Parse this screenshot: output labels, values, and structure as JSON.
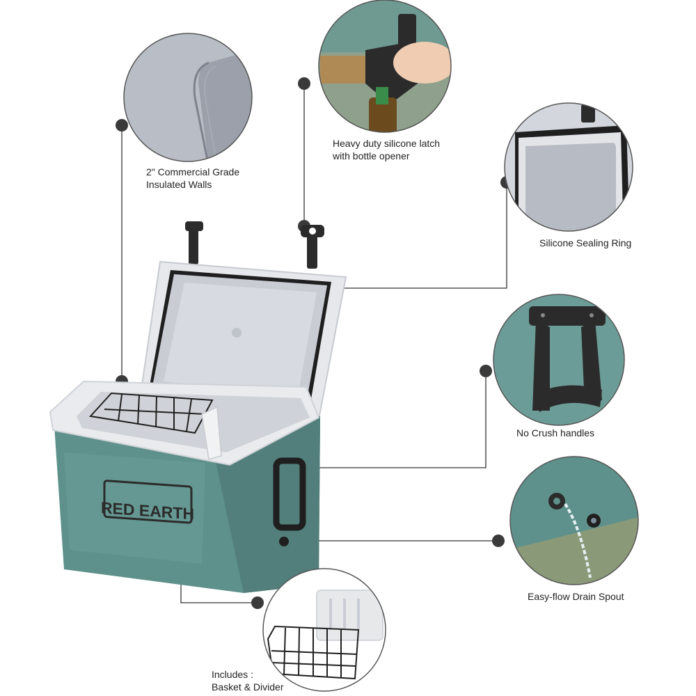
{
  "product": {
    "brand_text": "RED EARTH",
    "body_color": "#5e918c",
    "lid_color": "#e6e8eb",
    "liner_color": "#cfd2d8",
    "accent_color": "#2b2b2b"
  },
  "features": [
    {
      "id": "walls",
      "caption": "2\" Commercial Grade\nInsulated Walls"
    },
    {
      "id": "latch",
      "caption": "Heavy duty silicone latch\nwith bottle opener"
    },
    {
      "id": "seal",
      "caption": "Silicone Sealing Ring"
    },
    {
      "id": "handles",
      "caption": "No Crush handles"
    },
    {
      "id": "drain",
      "caption": "Easy-flow Drain Spout"
    },
    {
      "id": "includes",
      "caption": "Includes :\nBasket & Divider"
    }
  ]
}
